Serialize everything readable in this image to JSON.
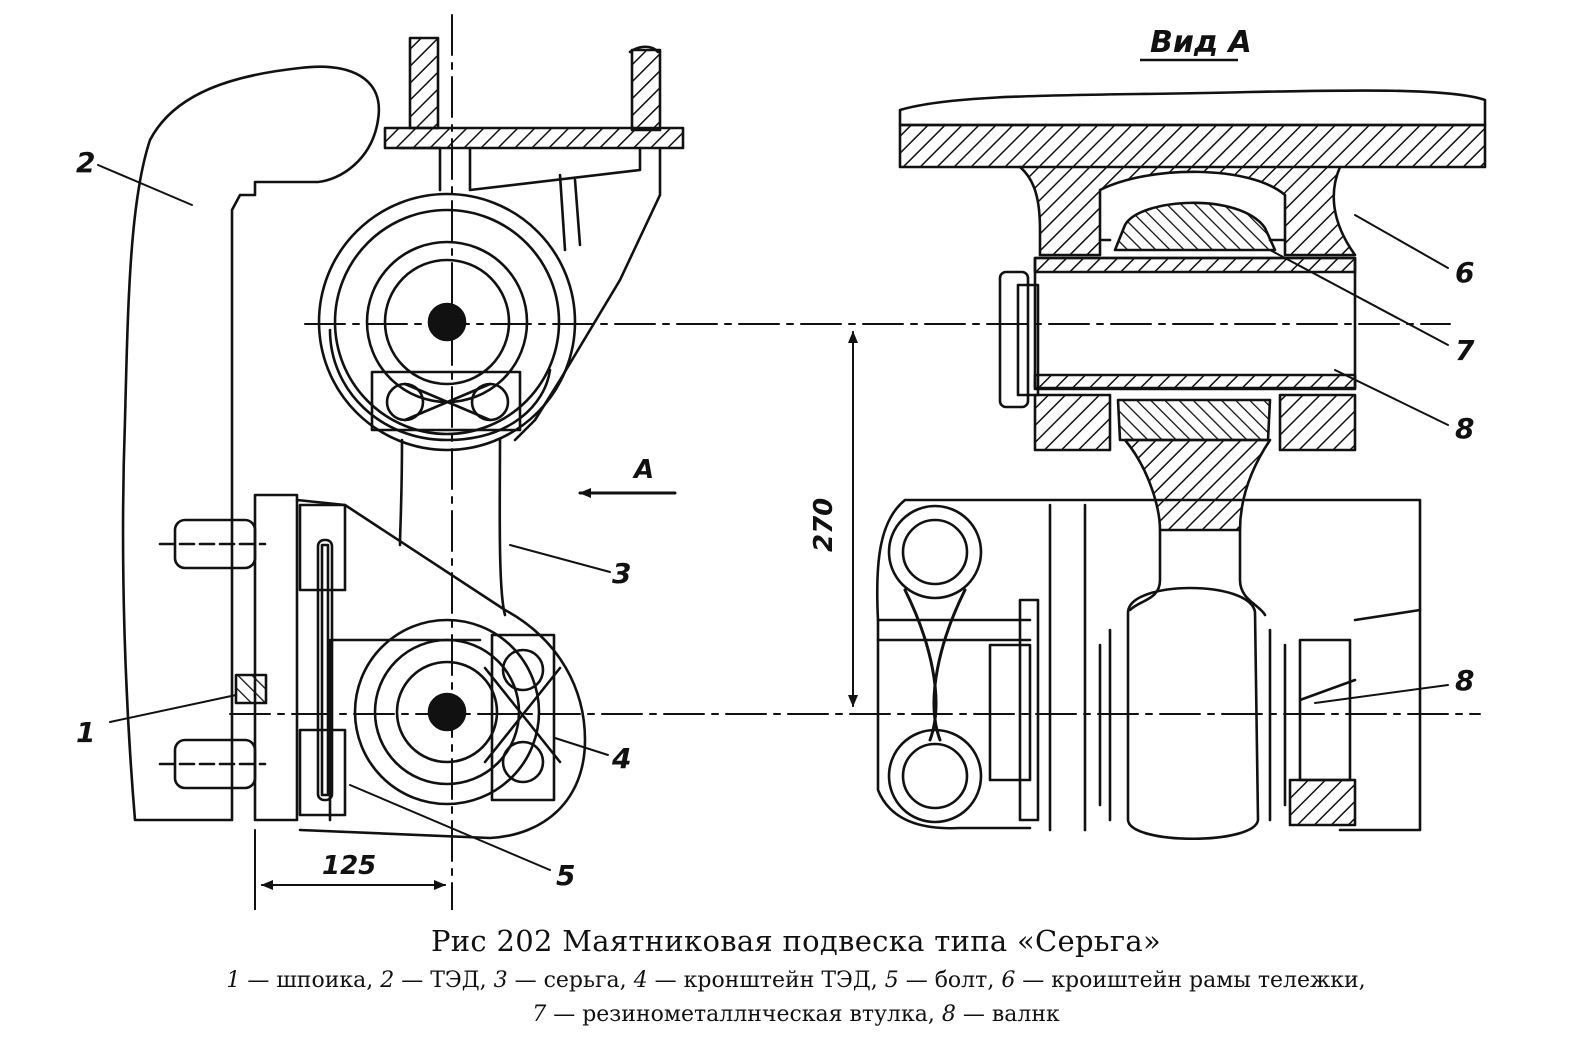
{
  "figure": {
    "view_label": "Вид А",
    "arrow_label": "А",
    "dimensions": {
      "vertical": "270",
      "horizontal": "125"
    },
    "callouts": [
      "1",
      "2",
      "3",
      "4",
      "5",
      "6",
      "7",
      "8",
      "8"
    ]
  },
  "caption": {
    "title": "Рис 202  Маятниковая подвеска типа «Серьга»",
    "legend_lines": [
      [
        {
          "num": "1",
          "text": " — шпоика,  "
        },
        {
          "num": "2",
          "text": " — ТЭД,  "
        },
        {
          "num": "3",
          "text": " — серьга,  "
        },
        {
          "num": "4",
          "text": " — кронштейн  ТЭД,  "
        },
        {
          "num": "5",
          "text": " — болт,  "
        },
        {
          "num": "6",
          "text": " — кроиштейн  рамы  тележки,"
        }
      ],
      [
        {
          "num": "7",
          "text": " — резинометаллнческая  втулка,  "
        },
        {
          "num": "8",
          "text": " — валнк"
        }
      ]
    ]
  }
}
